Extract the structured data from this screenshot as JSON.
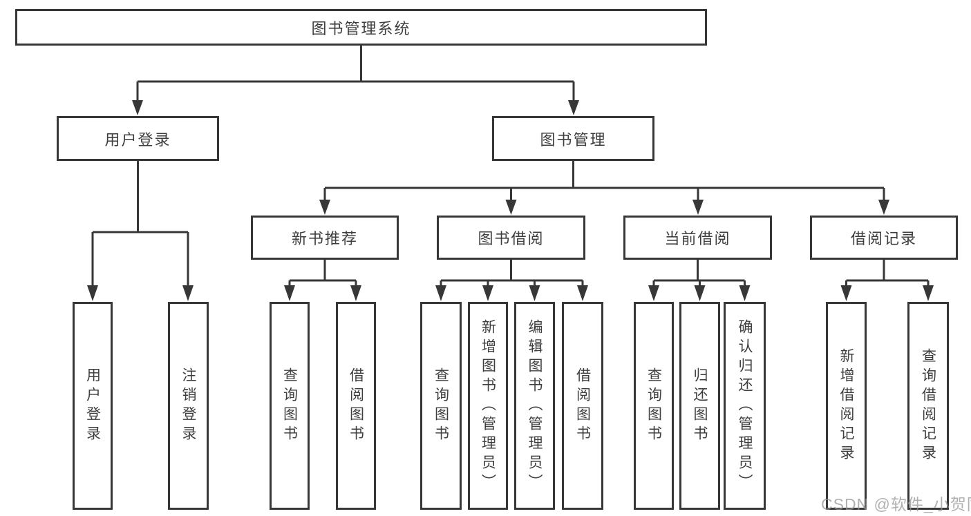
{
  "diagram_type": "hierarchy-tree",
  "colors": {
    "background": "#ffffff",
    "box_border": "#373737",
    "box_fill": "#ffffff",
    "line": "#373737",
    "text": "#3e3e3e",
    "watermark": "#a6a6a6"
  },
  "tree": {
    "label": "图书管理系统",
    "children": [
      {
        "label": "用户登录",
        "children": [
          {
            "label": "用户登录"
          },
          {
            "label": "注销登录"
          }
        ]
      },
      {
        "label": "图书管理",
        "children": [
          {
            "label": "新书推荐",
            "children": [
              {
                "label": "查询图书"
              },
              {
                "label": "借阅图书"
              }
            ]
          },
          {
            "label": "图书借阅",
            "children": [
              {
                "label": "查询图书"
              },
              {
                "label": "新增图书（管理员）"
              },
              {
                "label": "编辑图书（管理员）"
              },
              {
                "label": "借阅图书"
              }
            ]
          },
          {
            "label": "当前借阅",
            "children": [
              {
                "label": "查询图书"
              },
              {
                "label": "归还图书"
              },
              {
                "label": "确认归还（管理员）"
              }
            ]
          },
          {
            "label": "借阅记录",
            "children": [
              {
                "label": "新增借阅记录"
              },
              {
                "label": "查询借阅记录"
              }
            ]
          }
        ]
      }
    ]
  },
  "watermark": {
    "text": "CSDN @软件_小贺同学"
  }
}
